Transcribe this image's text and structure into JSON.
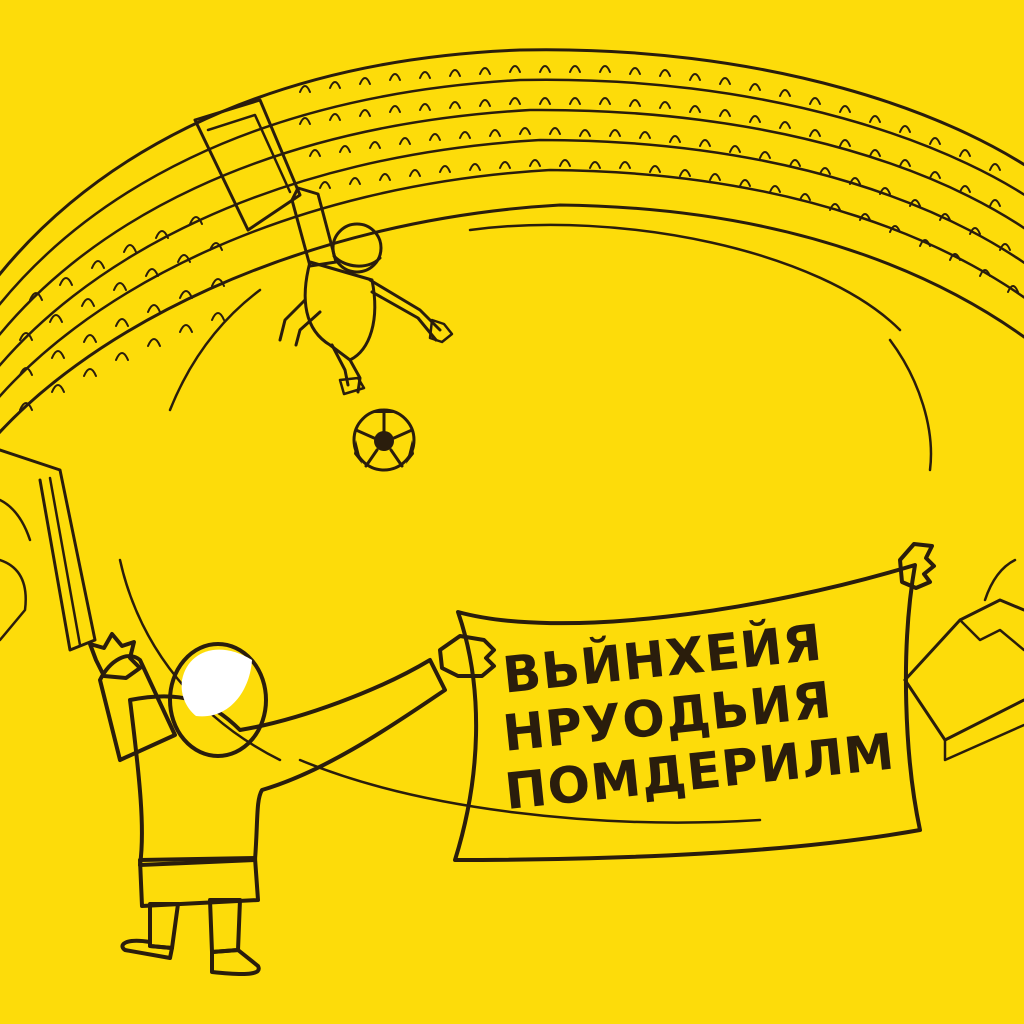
{
  "scene": {
    "description": "Cartoon of a football stadium seen from above; a fan holds up a banner while a player kicks a ball",
    "background_color": "#FDDC0A",
    "ink_color": "#2a1d0c",
    "highlight_color": "#FFFFFF"
  },
  "banner": {
    "lines": [
      "ВЬЙНХЕЙЯ",
      "НРУОДЬИЯ",
      "ПОМДЕРИЛМ"
    ]
  },
  "figures": {
    "fan": "fan-holding-banner",
    "player": "player-running",
    "ball": "soccer-ball"
  }
}
